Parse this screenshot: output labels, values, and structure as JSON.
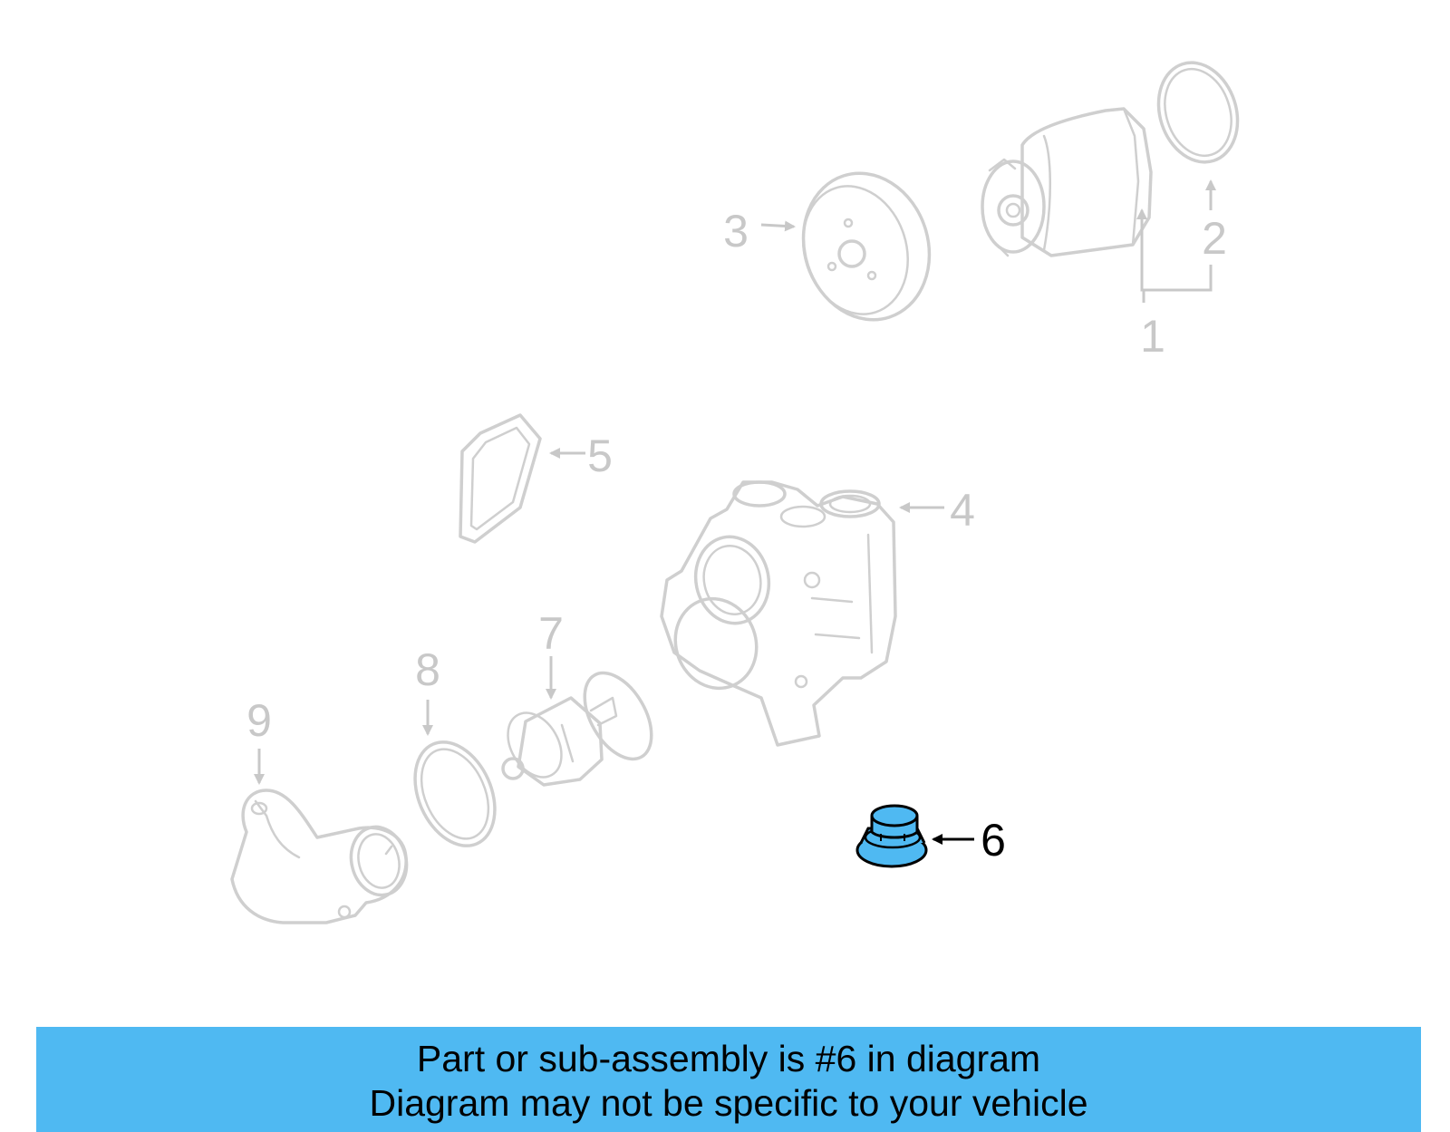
{
  "callouts": [
    "1",
    "2",
    "3",
    "4",
    "5",
    "6",
    "7",
    "8",
    "9"
  ],
  "highlighted_callout": "6",
  "colors": {
    "ghost_line": "#cfcfcf",
    "callout_inactive": "#c8c8c8",
    "highlight_fill": "#4fb9f2",
    "banner_bg": "#4fb9f2"
  },
  "banner": {
    "line1": "Part or sub-assembly is #6 in diagram",
    "line2": "Diagram may not be specific to your vehicle"
  }
}
